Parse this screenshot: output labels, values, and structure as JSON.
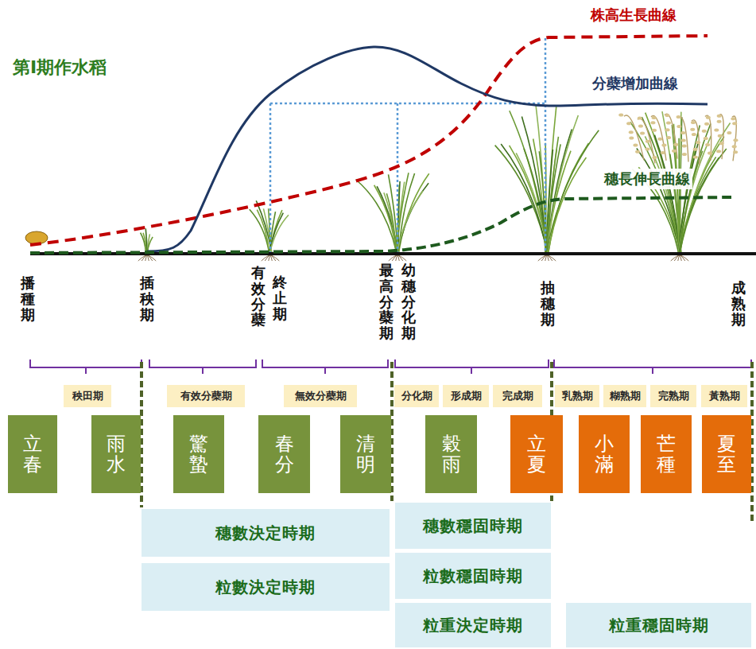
{
  "diagram": {
    "title": "第Ⅰ期作水稻",
    "nodes": [
      {
        "text": [
          "秧田期"
        ]
      },
      {
        "text": [
          "有效分蘗期"
        ]
      },
      {
        "text": [
          "無效分蘗期"
        ]
      },
      {
        "text": [
          "分化期"
        ]
      },
      {
        "text": [
          "形成期"
        ]
      },
      {
        "text": [
          "完成期"
        ]
      },
      {
        "text": [
          "乳熟期"
        ]
      },
      {
        "text": [
          "糊熟期"
        ]
      },
      {
        "text": [
          "完熟期"
        ]
      },
      {
        "text": [
          "黃熟期"
        ]
      },
      {
        "text": [
          "立春"
        ]
      },
      {
        "text": [
          "雨水"
        ]
      },
      {
        "text": [
          "驚蟄"
        ]
      },
      {
        "text": [
          "春分"
        ]
      },
      {
        "text": [
          "清明"
        ]
      },
      {
        "text": [
          "穀雨"
        ]
      },
      {
        "text": [
          "立夏"
        ]
      },
      {
        "text": [
          "小滿"
        ]
      },
      {
        "text": [
          "芒種"
        ]
      },
      {
        "text": [
          "夏至"
        ]
      },
      {
        "text": [
          "穗數決定時期"
        ]
      },
      {
        "text": [
          "穗數穩固時期"
        ]
      },
      {
        "text": [
          "粒數決定時期"
        ]
      },
      {
        "text": [
          "粒數穩固時期"
        ]
      },
      {
        "text": [
          "粒重決定時期"
        ]
      },
      {
        "text": [
          "粒重穩固時期"
        ]
      }
    ],
    "labels": [
      "株高生長曲線",
      "分蘗增加曲線",
      "穗長伸長曲線",
      "播種期",
      "插秧期",
      "有效分蘗",
      "終止期",
      "最高分蘗期",
      "幼穗分化期",
      "抽穗期",
      "成熟期"
    ]
  }
}
